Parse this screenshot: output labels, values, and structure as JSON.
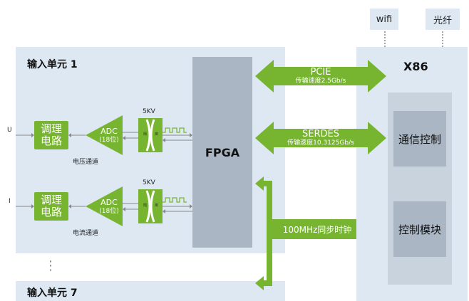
{
  "unit1": {
    "title": "输入单元 1"
  },
  "unit7": {
    "title": "输入单元 7"
  },
  "ellipsis": "⋮",
  "channel_voltage": {
    "signal": "U",
    "cond_line1": "调理",
    "cond_line2": "电路",
    "adc_line1": "ADC",
    "adc_line2": "(18位)",
    "isolation_kv": "5KV",
    "iso_left": "隔",
    "iso_right": "离",
    "channel_label": "电压通道"
  },
  "channel_current": {
    "signal": "I",
    "cond_line1": "调理",
    "cond_line2": "电路",
    "adc_line1": "ADC",
    "adc_line2": "(18位)",
    "isolation_kv": "5KV",
    "iso_left": "隔",
    "iso_right": "离",
    "channel_label": "电流通道"
  },
  "fpga": {
    "label": "FPGA"
  },
  "links": {
    "pcie": {
      "name": "PCIE",
      "speed": "传输速度2.5Gb/s"
    },
    "serdes": {
      "name": "SERDES",
      "speed": "传输速度10.3125Gb/s"
    },
    "clock": {
      "name": "100MHz同步时钟"
    }
  },
  "x86": {
    "title": "X86",
    "block1": "通信控制",
    "block2": "控制模块"
  },
  "external": {
    "wifi": "wifi",
    "fiber": "光纤"
  },
  "colors": {
    "green": "#77b531",
    "panel": "#dde8f3",
    "block": "#aab6c4"
  }
}
